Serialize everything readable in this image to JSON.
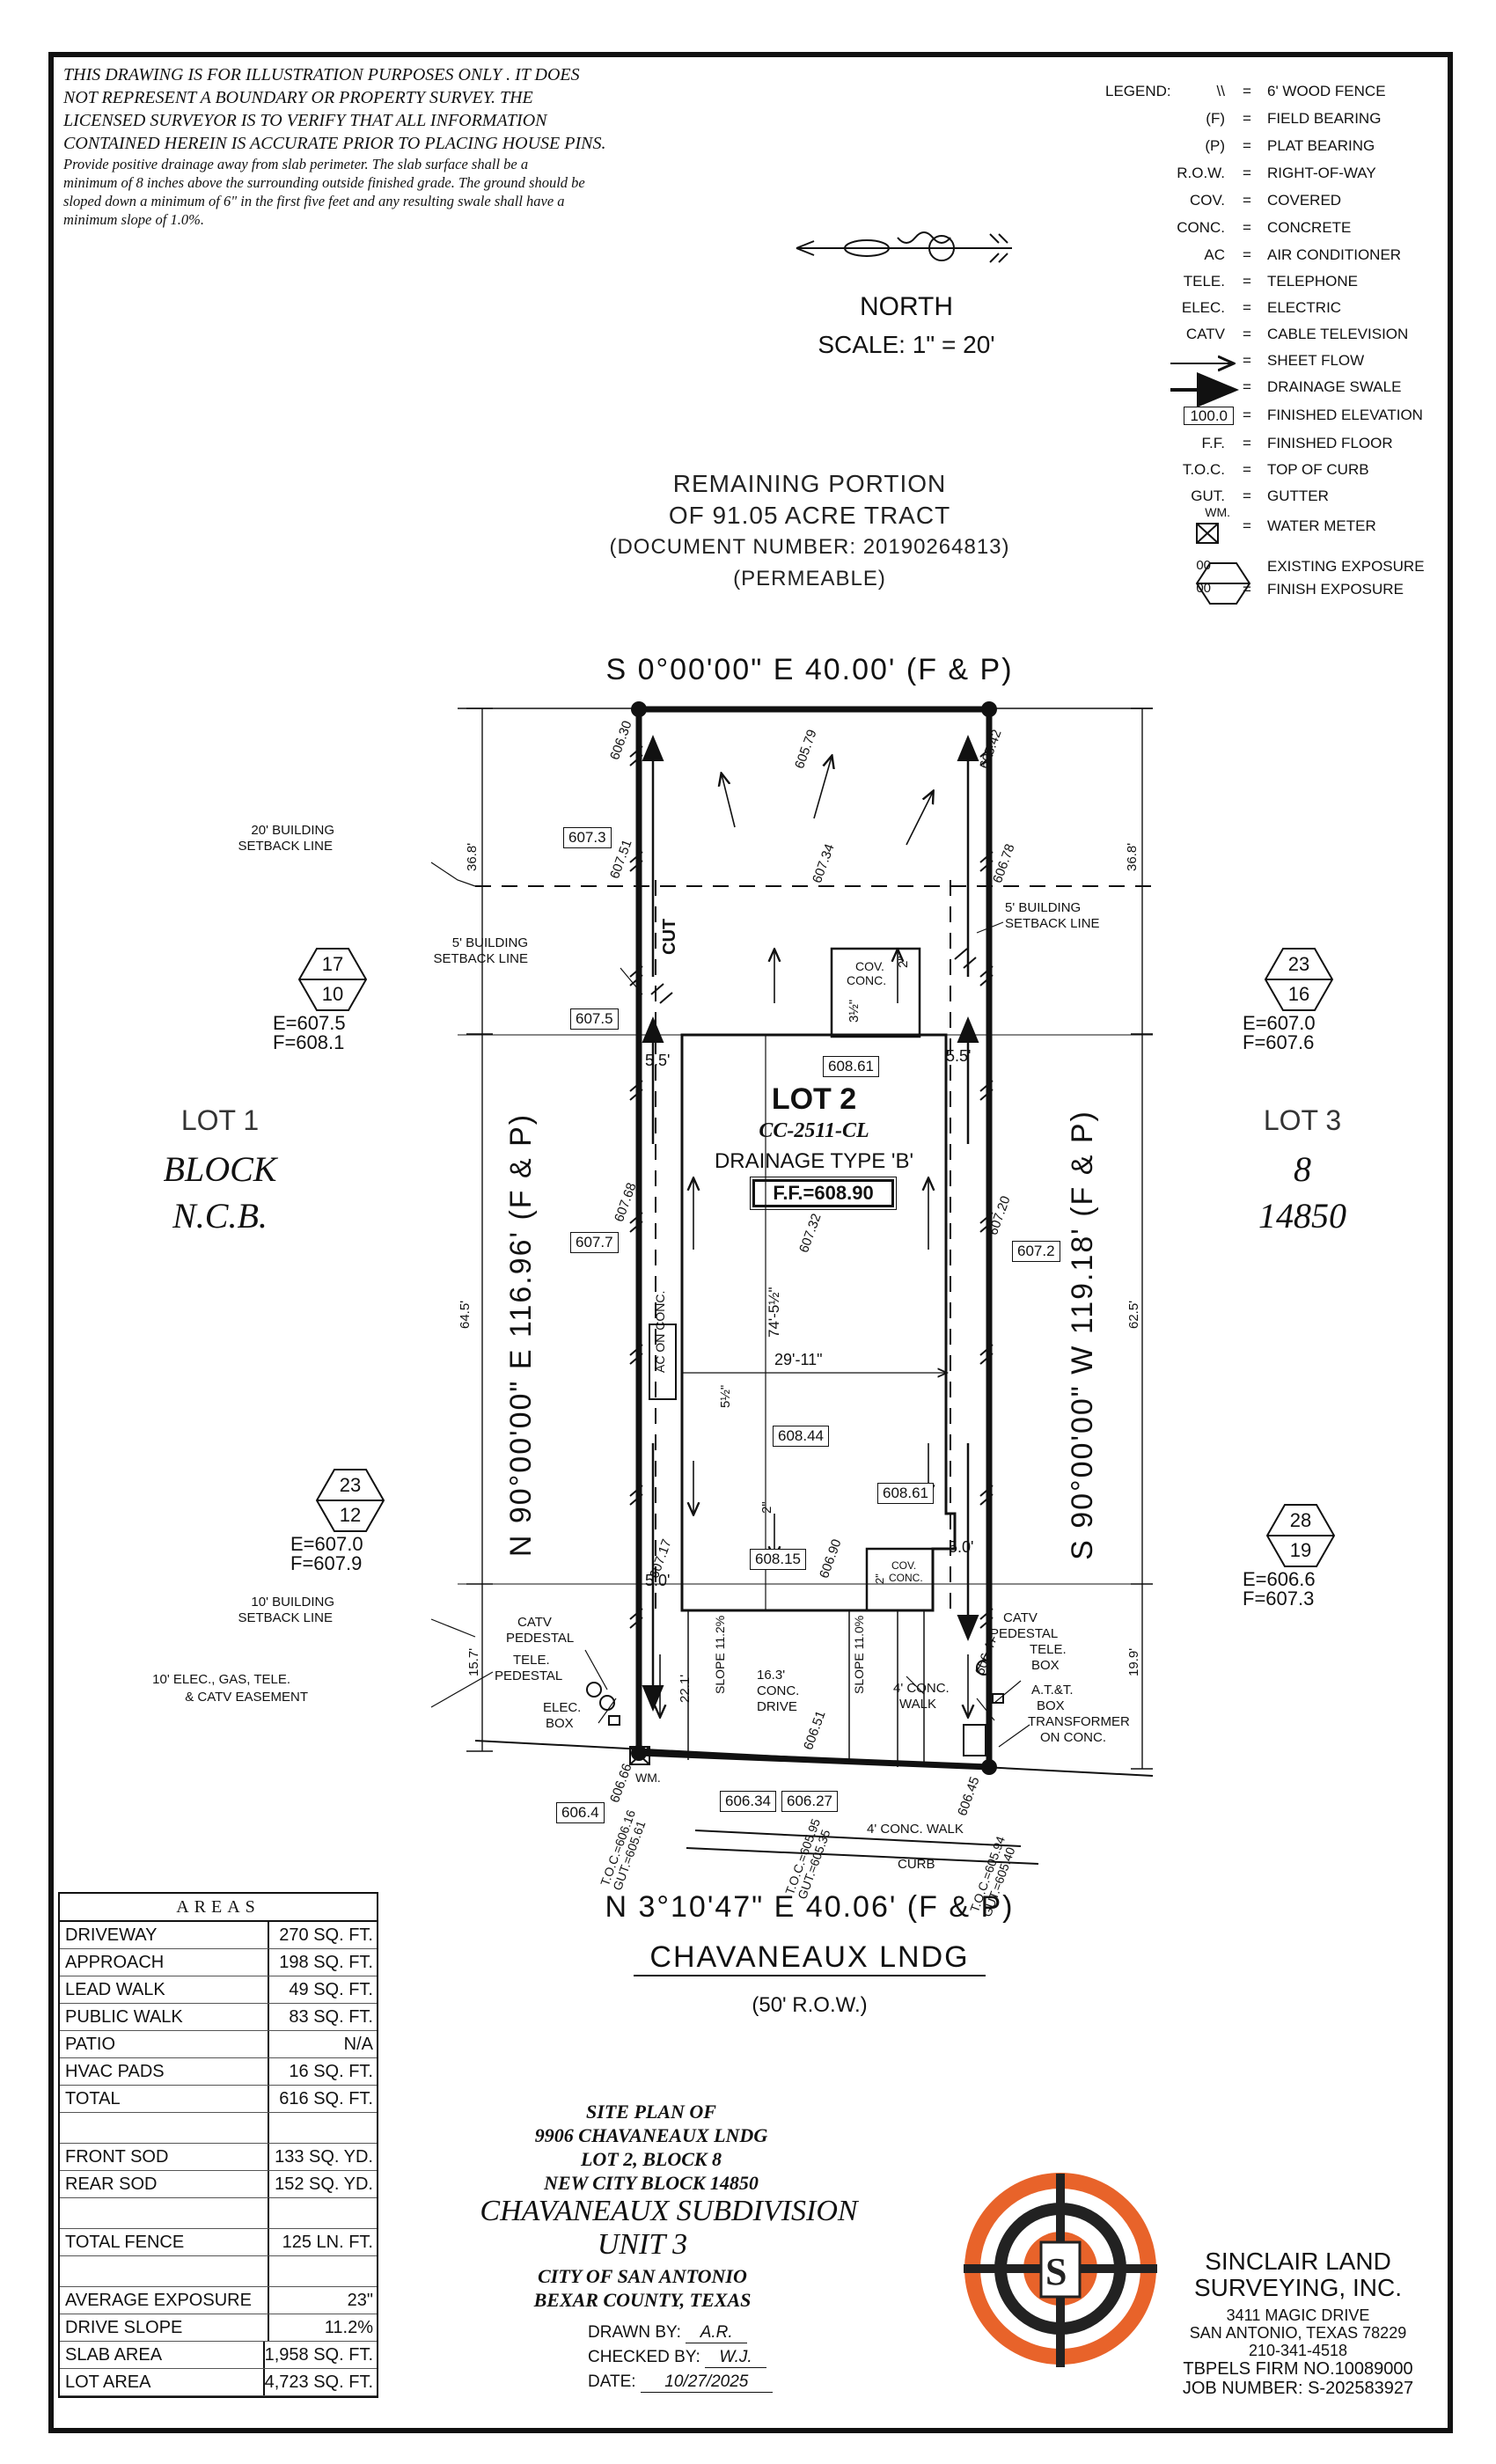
{
  "disclaimer": {
    "line1": "THIS DRAWING IS FOR ILLUSTRATION PURPOSES ONLY . IT DOES",
    "line2": "NOT REPRESENT A BOUNDARY OR PROPERTY SURVEY. THE",
    "line3": "LICENSED SURVEYOR IS TO VERIFY THAT ALL INFORMATION",
    "line4": "CONTAINED HEREIN IS ACCURATE PRIOR TO PLACING HOUSE PINS.",
    "drainage1": "Provide positive drainage away from slab perimeter. The slab surface shall be a",
    "drainage2": "minimum of 8 inches above the surrounding outside finished grade. The ground should be",
    "drainage3": "sloped down a minimum of 6\" in the first five feet and any resulting swale shall have a",
    "drainage4": "minimum slope of 1.0%."
  },
  "legend": {
    "title": "LEGEND:",
    "items": [
      {
        "symbol": "\\\\",
        "desc": "6' WOOD FENCE"
      },
      {
        "symbol": "(F)",
        "desc": "FIELD BEARING"
      },
      {
        "symbol": "(P)",
        "desc": "PLAT BEARING"
      },
      {
        "symbol": "R.O.W.",
        "desc": "RIGHT-OF-WAY"
      },
      {
        "symbol": "COV.",
        "desc": "COVERED"
      },
      {
        "symbol": "CONC.",
        "desc": "CONCRETE"
      },
      {
        "symbol": "AC",
        "desc": "AIR CONDITIONER"
      },
      {
        "symbol": "TELE.",
        "desc": "TELEPHONE"
      },
      {
        "symbol": "ELEC.",
        "desc": "ELECTRIC"
      },
      {
        "symbol": "CATV",
        "desc": "CABLE TELEVISION"
      },
      {
        "symbol": "",
        "desc": "SHEET FLOW"
      },
      {
        "symbol": "",
        "desc": "DRAINAGE SWALE"
      },
      {
        "symbol": "100.0",
        "desc": "FINISHED ELEVATION"
      },
      {
        "symbol": "F.F.",
        "desc": "FINISHED FLOOR"
      },
      {
        "symbol": "T.O.C.",
        "desc": "TOP OF CURB"
      },
      {
        "symbol": "GUT.",
        "desc": "GUTTER"
      },
      {
        "symbol": "WM.",
        "desc": "WATER METER"
      },
      {
        "symbol": "00",
        "desc": "EXISTING EXPOSURE"
      },
      {
        "symbol": "00",
        "desc": "FINISH EXPOSURE"
      }
    ]
  },
  "north": {
    "label": "NORTH",
    "scale": "SCALE:  1\"  =  20'"
  },
  "remaining": {
    "line1": "REMAINING PORTION",
    "line2": "OF 91.05 ACRE TRACT",
    "line3": "(DOCUMENT NUMBER: 20190264813)",
    "line4": "(PERMEABLE)"
  },
  "bearings": {
    "top": "S  0°00'00\"  E  40.00'  (F & P)",
    "left": "N  90°00'00\"  E  116.96'  (F & P)",
    "right": "S  90°00'00\"  W  119.18'  (F & P)",
    "bottom": "N  3°10'47\"  E  40.06'  (F & P)"
  },
  "street": {
    "name": "CHAVANEAUX  LNDG",
    "row": "(50' R.O.W.)"
  },
  "lots": {
    "lot1": {
      "lot": "LOT  1",
      "block": "BLOCK",
      "ncb": "N.C.B."
    },
    "lot3": {
      "lot": "LOT  3",
      "num": "8",
      "ncb": "14850"
    },
    "lot2": {
      "title": "LOT 2",
      "code": "CC-2511-CL",
      "drainage": "DRAINAGE TYPE 'B'",
      "ff": "F.F.=608.90"
    }
  },
  "exposures": [
    {
      "top": "17",
      "bottom": "10",
      "e": "E=607.5",
      "f": "F=608.1"
    },
    {
      "top": "23",
      "bottom": "16",
      "e": "E=607.0",
      "f": "F=607.6"
    },
    {
      "top": "23",
      "bottom": "12",
      "e": "E=607.0",
      "f": "F=607.9"
    },
    {
      "top": "28",
      "bottom": "19",
      "e": "E=606.6",
      "f": "F=607.3"
    }
  ],
  "labels": {
    "setback20a": "20' BUILDING",
    "setback20b": "SETBACK LINE",
    "setback5la": "5' BUILDING",
    "setback5lb": "SETBACK LINE",
    "setback5ra": "5' BUILDING",
    "setback5rb": "SETBACK LINE",
    "setback10a": "10' BUILDING",
    "setback10b": "SETBACK LINE",
    "easement1": "10' ELEC., GAS, TELE.",
    "easement2": "& CATV EASEMENT",
    "catvPedL1": "CATV",
    "catvPedL2": "PEDESTAL",
    "telePedL1": "TELE.",
    "telePedL2": "PEDESTAL",
    "elecBox1": "ELEC.",
    "elecBox2": "BOX",
    "catvPedR1": "CATV",
    "catvPedR2": "PEDESTAL",
    "teleBoxR1": "TELE.",
    "teleBoxR2": "BOX",
    "att1": "A.T.&T.",
    "att2": "BOX",
    "transformer1": "TRANSFORMER",
    "transformer2": "ON CONC.",
    "covConcTop1": "COV.",
    "covConcTop2": "CONC.",
    "covConcBot1": "COV.",
    "covConcBot2": "CONC.",
    "acConc": "AC ON CONC.",
    "cut": "CUT",
    "concWalk1": "4' CONC.",
    "concWalk2": "WALK",
    "publicWalk": "4' CONC. WALK",
    "curb": "CURB",
    "drive1": "16.3'",
    "drive2": "CONC.",
    "drive3": "DRIVE",
    "slopeL": "SLOPE 11.2%",
    "slopeR": "SLOPE 11.0%",
    "wm": "WM.",
    "dim55L": "5.5'",
    "dim55R": "5.5'",
    "dim50L": "5.0'",
    "dim50R": "5.0'",
    "dim36L": "36.8'",
    "dim36R": "36.8'",
    "dim645": "64.5'",
    "dim625": "62.5'",
    "dim157": "15.7'",
    "dim199": "19.9'",
    "dim221": "22.1'",
    "dim7451": "74'-5½\"",
    "dim2911": "29'-11\"",
    "dim512a": "5½\"",
    "dim312": "3½\"",
    "dim2a": "2\"",
    "dim2b": "2\"",
    "dim2c": "2\""
  },
  "elevBoxes": [
    "607.3",
    "607.5",
    "608.61",
    "607.7",
    "607.2",
    "608.44",
    "608.61",
    "608.15",
    "606.4",
    "606.34",
    "606.27"
  ],
  "spots": [
    "606.30",
    "605.79",
    "605.42",
    "607.51",
    "607.34",
    "606.78",
    "607.68",
    "607.32",
    "607.20",
    "607.17",
    "606.90",
    "606.47",
    "606.66",
    "606.51",
    "606.45"
  ],
  "toc": [
    {
      "t": "T.O.C.=",
      "g": "GUT.=",
      "v1": "606.16",
      "v2": "605.61"
    },
    {
      "t": "T.O.C.=",
      "g": "GUT.=",
      "v1": "605.95",
      "v2": "605.35"
    },
    {
      "t": "T.O.C.=",
      "g": "GUT.=",
      "v1": "605.94",
      "v2": "605.40"
    }
  ],
  "areas": {
    "title": "AREAS",
    "rows": [
      {
        "k": "DRIVEWAY",
        "v": "270 SQ. FT."
      },
      {
        "k": "APPROACH",
        "v": "198 SQ. FT."
      },
      {
        "k": "LEAD WALK",
        "v": "49 SQ. FT."
      },
      {
        "k": "PUBLIC WALK",
        "v": "83 SQ. FT."
      },
      {
        "k": "PATIO",
        "v": "N/A"
      },
      {
        "k": "HVAC PADS",
        "v": "16 SQ. FT."
      },
      {
        "k": "TOTAL",
        "v": "616 SQ. FT."
      },
      {
        "k": "",
        "v": ""
      },
      {
        "k": "FRONT SOD",
        "v": "133 SQ. YD."
      },
      {
        "k": "REAR SOD",
        "v": "152 SQ. YD."
      },
      {
        "k": "",
        "v": ""
      },
      {
        "k": "TOTAL FENCE",
        "v": "125 LN. FT."
      },
      {
        "k": "",
        "v": ""
      },
      {
        "k": "AVERAGE EXPOSURE",
        "v": "23\""
      },
      {
        "k": "DRIVE SLOPE",
        "v": "11.2%"
      },
      {
        "k": "SLAB AREA",
        "v": "1,958 SQ. FT."
      },
      {
        "k": "LOT AREA",
        "v": "4,723 SQ. FT."
      }
    ]
  },
  "titleBlock": {
    "l1": "SITE PLAN OF",
    "l2": "9906 CHAVANEAUX LNDG",
    "l3": "LOT 2, BLOCK 8",
    "l4": "NEW CITY BLOCK 14850",
    "l5": "CHAVANEAUX SUBDIVISION",
    "l6": "UNIT 3",
    "l7": "CITY OF SAN ANTONIO",
    "l8": "BEXAR COUNTY, TEXAS"
  },
  "drawn": {
    "drawnLabel": "DRAWN BY:",
    "drawnVal": "A.R.",
    "checkedLabel": "CHECKED BY:",
    "checkedVal": "W.J.",
    "dateLabel": "DATE:",
    "dateVal": "10/27/2025"
  },
  "company": {
    "name1": "SINCLAIR LAND",
    "name2": "SURVEYING, INC.",
    "addr1": "3411 MAGIC DRIVE",
    "addr2": "SAN ANTONIO, TEXAS 78229",
    "phone": "210-341-4518",
    "firm": "TBPELS FIRM NO.10089000",
    "job": "JOB NUMBER: S-202583927",
    "logoLetter": "S",
    "logoColor": "#e8632a"
  }
}
